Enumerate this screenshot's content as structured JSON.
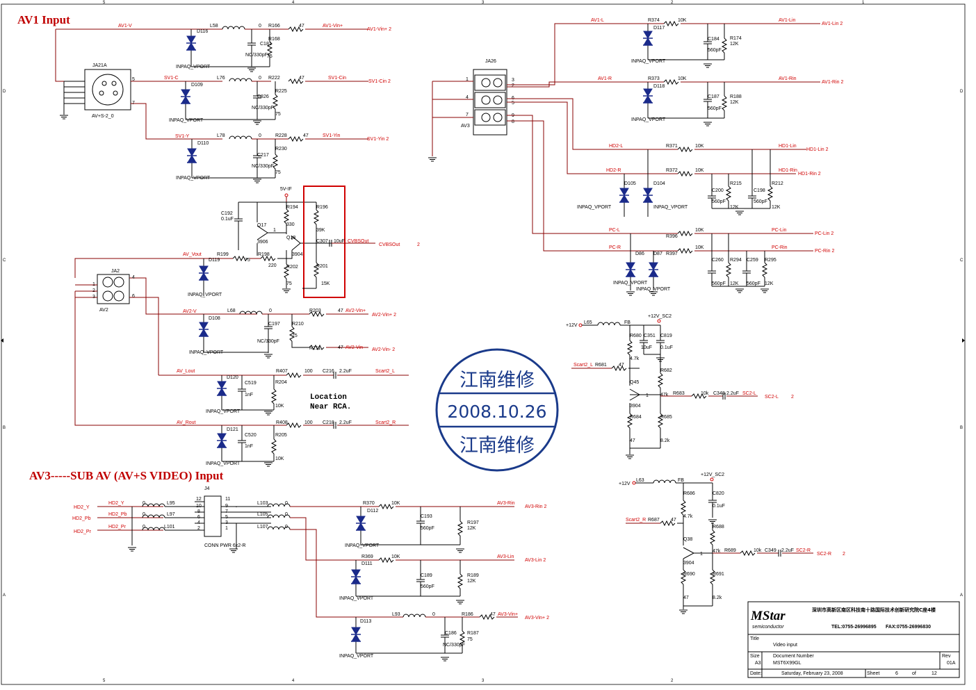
{
  "sections": {
    "av1_title": "AV1 Input",
    "av3_title": "AV3-----SUB AV (AV+S VIDEO) Input",
    "note_line1": "Location",
    "note_line2": "Near RCA."
  },
  "stamp": {
    "top": "江南维修",
    "date": "2008.10.26",
    "bottom": "江南维修"
  },
  "connectors": {
    "ja21a": "JA21A",
    "ja21a_part": "AV+S-2_0",
    "ja2": "JA2",
    "ja2_part": "AV2",
    "ja26": "JA26",
    "ja26_part": "AV3",
    "j4": "J4",
    "j4_part": "CONN PWR 6x2-R"
  },
  "nets": {
    "av1_v": "AV1-V",
    "av1_vin_p": "AV1-Vin+",
    "sv1_c": "SV1-C",
    "sv1_cin": "SV1-Cin",
    "sv1_y": "SV1-Y",
    "sv1_yin": "SV1-Yin",
    "av_vout": "AV_Vout",
    "cvbsout": "CVBSOut",
    "av2_v": "AV2-V",
    "av2_vin_p": "AV2-Vin+",
    "av2_vin_m": "AV2-Vin-",
    "av_lout": "AV_Lout",
    "av_rout": "AV_Rout",
    "scart2_l": "Scart2_L",
    "scart2_r": "Scart2_R",
    "av1_l": "AV1-L",
    "av1_lin": "AV1-Lin",
    "av1_r": "AV1-R",
    "av1_rin": "AV1-Rin",
    "hd2_l": "HD2-L",
    "hd1_lin": "HD1-Lin",
    "hd2_r": "HD2-R",
    "hd1_rin": "HD1-Rin",
    "pc_l": "PC-L",
    "pc_lin": "PC-Lin",
    "pc_r": "PC-R",
    "pc_rin": "PC-Rin",
    "sc2_l": "SC2-L",
    "sc2_r": "SC2-R",
    "v12": "+12V",
    "v12_sc2": "+12V_SC2",
    "v5_if": "5V-IF",
    "hd2_y": "HD2_Y",
    "hd2_pb": "HD2_Pb",
    "hd2_pr": "HD2_Pr",
    "av3_rin": "AV3-Rin",
    "av3_lin": "AV3-Lin",
    "av3_vin_p": "AV3-Vin+"
  },
  "diode_part": "INPAQ_VPORT",
  "title_block": {
    "company": "深圳市高新区南区科技南十路国际技术创新研究院C座4楼",
    "logo_main": "MStar",
    "logo_sub": "semiconductor",
    "tel": "TEL:0755-26996895",
    "fax": "FAX:0755-26996830",
    "title_label": "Title",
    "title": "Video input",
    "size_label": "Size",
    "size": "A3",
    "docnum_label": "Document Number",
    "docnum": "MST6X99GL",
    "rev_label": "Rev",
    "rev": "01A",
    "date_label": "Date:",
    "date": "Saturday, February 23, 2008",
    "sheet_label": "Sheet",
    "sheet": "6",
    "of_label": "of",
    "total": "12"
  },
  "border": {
    "cols": [
      "5",
      "4",
      "3",
      "2",
      "1"
    ],
    "rows": [
      "D",
      "C",
      "B",
      "A"
    ]
  },
  "colors": {
    "wire": "#8a0000",
    "label": "#d00000",
    "highlight": "#d00000",
    "stamp": "#1a3a8a"
  }
}
